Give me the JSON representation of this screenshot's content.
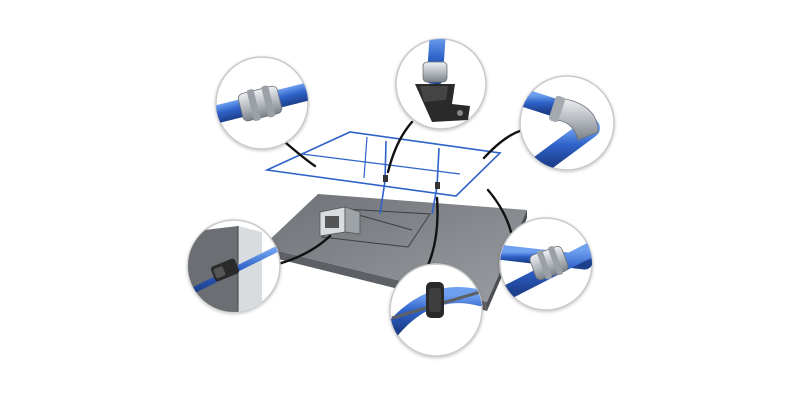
{
  "colors": {
    "background": "#ffffff",
    "pipe_blue": "#2f63c9",
    "pipe_highlight": "#6fa0f0",
    "floor_top": "#8a8d91",
    "floor_edge": "#5d6064",
    "connector_line": "#111111",
    "callout_border": "#c9c9c9",
    "fitting_metal": "#c8ccd0",
    "bracket_dark": "#2a2a2a"
  },
  "callouts": [
    {
      "id": "coupling-top-left",
      "icon": "straight-coupling-icon"
    },
    {
      "id": "wall-bracket-top",
      "icon": "drop-bracket-icon"
    },
    {
      "id": "elbow-right",
      "icon": "elbow-fitting-icon"
    },
    {
      "id": "wall-clip-left",
      "icon": "wall-clip-icon"
    },
    {
      "id": "pipe-clamp-bottom",
      "icon": "pipe-clamp-icon"
    },
    {
      "id": "coupling-right",
      "icon": "straight-coupling-icon"
    }
  ]
}
